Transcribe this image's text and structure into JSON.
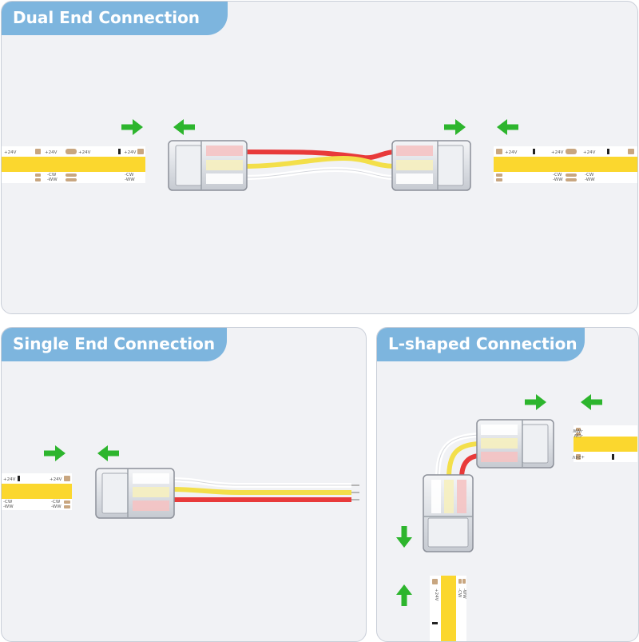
{
  "panels": {
    "dual": {
      "title": "Dual End Connection"
    },
    "single": {
      "title": "Single End Connection"
    },
    "lshape": {
      "title": "L-shaped Connection"
    }
  },
  "strip_labels": {
    "positive": "+24V",
    "cw": "-CW",
    "ww": "-WW"
  },
  "colors": {
    "panel_bg": "#f1f2f5",
    "tab": "#7db5de",
    "arrow": "#2db52d",
    "strip_yellow": "#fbd72e",
    "wire_red": "#e83a3a",
    "wire_yellow": "#f3df4a",
    "pad": "#c8a680"
  }
}
